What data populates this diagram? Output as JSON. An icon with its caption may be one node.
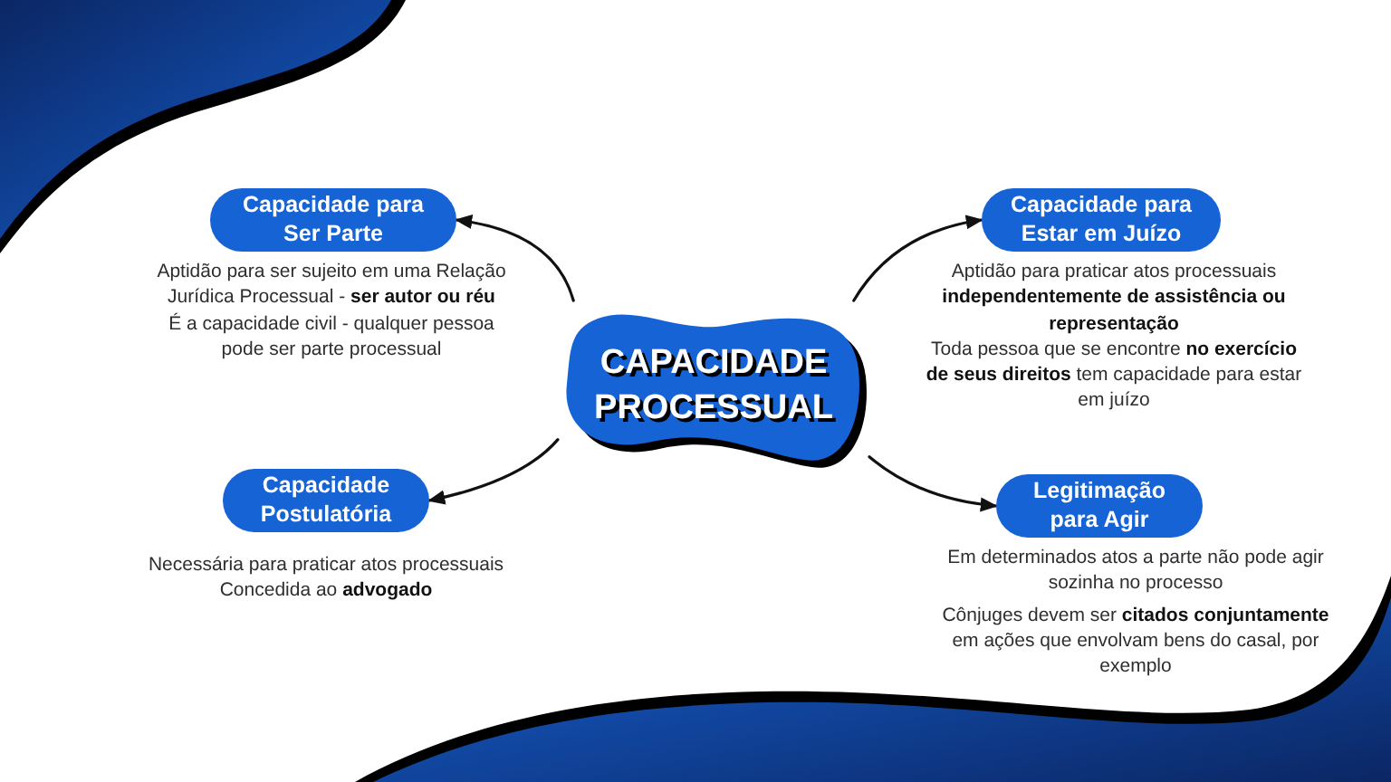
{
  "diagram": {
    "nodes": [
      {
        "text": [
          "CAPACIDADE PROCESSUAL"
        ]
      },
      {
        "text": [
          "Capacidade para Ser Parte"
        ],
        "beside": [
          "Aptidão para ser sujeito em uma Relação Jurídica Processual - **ser autor ou réu**",
          "É a capacidade civil - qualquer pessoa pode ser parte processual"
        ]
      },
      {
        "text": [
          "Capacidade para Estar em Juízo"
        ],
        "beside": [
          "Aptidão para praticar atos processuais **independentemente de assistência ou representação**",
          "Toda pessoa que se encontre **no exercício de seus direitos** tem capacidade para estar em juízo"
        ]
      },
      {
        "text": [
          "Capacidade Postulatória"
        ],
        "beside": [
          "Necessária para praticar atos processuais",
          "Concedida ao **advogado**"
        ]
      },
      {
        "text": [
          "Legitimação para Agir"
        ],
        "beside": [
          "Em determinados atos a parte não pode agir sozinha no processo",
          "Cônjuges devem ser **citados conjuntamente** em ações que envolvam bens do casal, por exemplo"
        ]
      }
    ],
    "edges": [
      {
        "from": 0,
        "to": 1,
        "arrow": "to"
      },
      {
        "from": 0,
        "to": 2,
        "arrow": "to"
      },
      {
        "from": 0,
        "to": 3,
        "arrow": "to"
      },
      {
        "from": 0,
        "to": 4,
        "arrow": "to"
      }
    ]
  }
}
